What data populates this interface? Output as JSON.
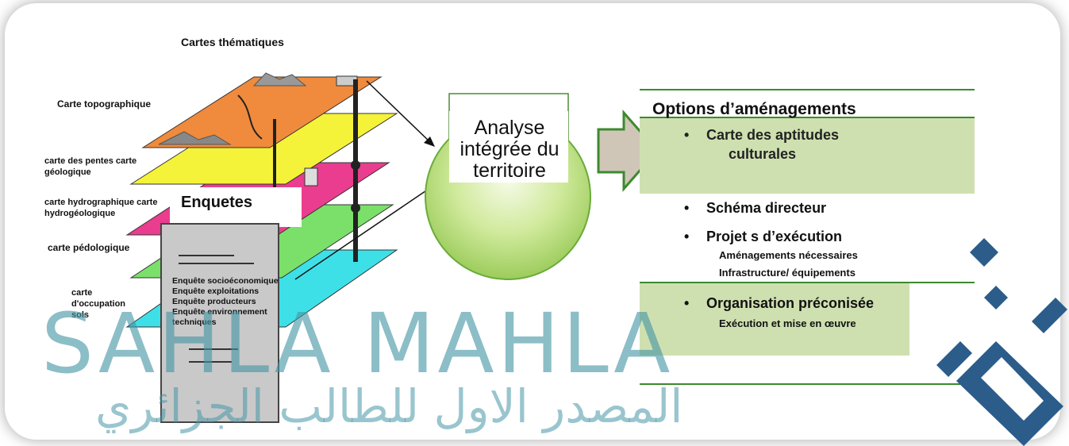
{
  "thematic_maps": {
    "title": "Cartes thématiques",
    "layers": [
      {
        "label": "Carte topographique",
        "color": "#f08a3c"
      },
      {
        "label": "carte des pentes carte géologique",
        "color": "#f5f23a"
      },
      {
        "label": "carte hydrographique carte hydrogéologique",
        "color": "#ea3d8f"
      },
      {
        "label": "carte pédologique",
        "color": "#7be06a"
      },
      {
        "label": "carte d'occupation sols",
        "color": "#3ee0e8"
      }
    ]
  },
  "surveys": {
    "title": "Enquetes",
    "items": [
      "Enquête socioéconomique",
      "Enquête exploitations",
      "Enquête producteurs",
      "Enquête environnement",
      "techniques"
    ]
  },
  "analysis": {
    "line1": "Analyse",
    "line2": "intégrée du",
    "line3": "territoire"
  },
  "options": {
    "title": "Options d’aménagements",
    "aptitudes_line1": "Carte   des aptitudes",
    "aptitudes_line2": "culturales",
    "schema": "Schéma directeur",
    "projects": "Projet s d’exécution",
    "projects_sub1": "Aménagements nécessaires",
    "projects_sub2": "Infrastructure/ équipements",
    "organisation": "Organisation préconisée",
    "organisation_sub": "Exécution et mise en œuvre"
  },
  "watermark": {
    "latin": "SAHLA MAHLA",
    "arabic": "المصدر الاول للطالب الجزائري"
  },
  "colors": {
    "green_panel": "#cfe0b0",
    "green_line": "#3c8a2e",
    "circle_fill": "#b8e07a",
    "watermark": "#4f9aa8",
    "logo": "#2b5c8a"
  }
}
